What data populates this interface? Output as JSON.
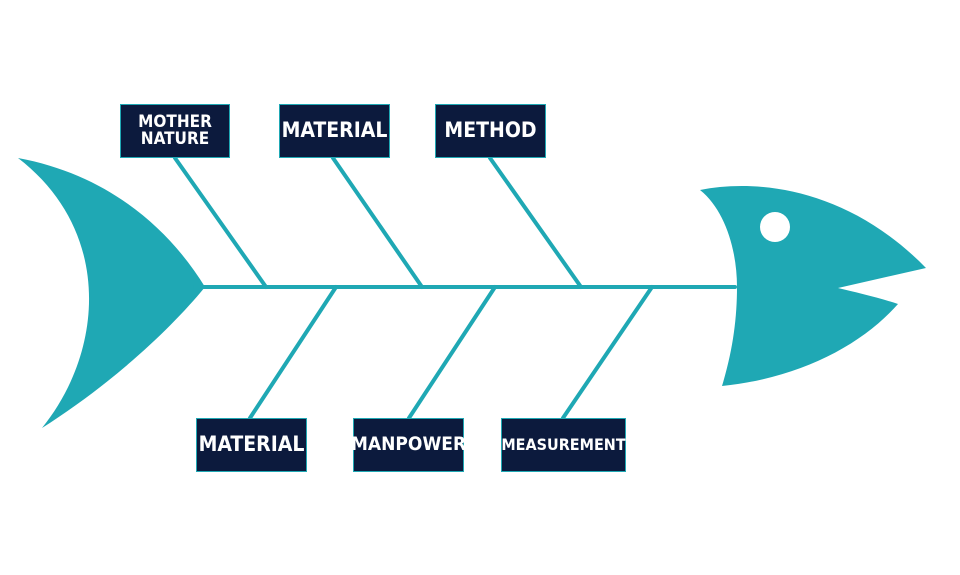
{
  "diagram": {
    "type": "fishbone",
    "colors": {
      "fish": "#1fa8b4",
      "label_box": "#0c1a3d",
      "label_text": "#ffffff",
      "background": "#ffffff"
    },
    "categories_top": [
      {
        "label": "Mother\nNature"
      },
      {
        "label": "Material"
      },
      {
        "label": "Method"
      }
    ],
    "categories_bottom": [
      {
        "label": "Material"
      },
      {
        "label": "Manpower"
      },
      {
        "label": "Measurement"
      }
    ]
  }
}
